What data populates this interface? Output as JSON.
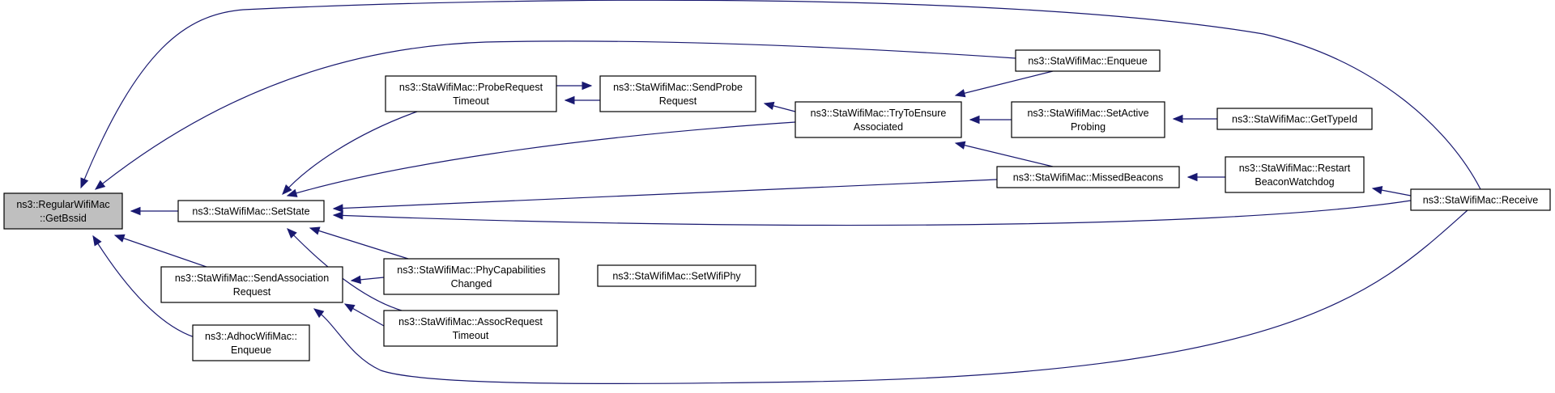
{
  "diagram": {
    "nodes": [
      {
        "id": "getbssid",
        "lines": [
          "ns3::RegularWifiMac",
          "::GetBssid"
        ],
        "root": true
      },
      {
        "id": "setstate",
        "lines": [
          "ns3::StaWifiMac::SetState"
        ]
      },
      {
        "id": "sendassoc",
        "lines": [
          "ns3::StaWifiMac::SendAssociation",
          "Request"
        ]
      },
      {
        "id": "adhocenqueue",
        "lines": [
          "ns3::AdhocWifiMac::",
          "Enqueue"
        ]
      },
      {
        "id": "probetimeout",
        "lines": [
          "ns3::StaWifiMac::ProbeRequest",
          "Timeout"
        ]
      },
      {
        "id": "phycap",
        "lines": [
          "ns3::StaWifiMac::PhyCapabilities",
          "Changed"
        ]
      },
      {
        "id": "assoctimeout",
        "lines": [
          "ns3::StaWifiMac::AssocRequest",
          "Timeout"
        ]
      },
      {
        "id": "sendprobe",
        "lines": [
          "ns3::StaWifiMac::SendProbe",
          "Request"
        ]
      },
      {
        "id": "setwifiphy",
        "lines": [
          "ns3::StaWifiMac::SetWifiPhy"
        ]
      },
      {
        "id": "trytoensure",
        "lines": [
          "ns3::StaWifiMac::TryToEnsure",
          "Associated"
        ]
      },
      {
        "id": "enqueue",
        "lines": [
          "ns3::StaWifiMac::Enqueue"
        ]
      },
      {
        "id": "setactive",
        "lines": [
          "ns3::StaWifiMac::SetActive",
          "Probing"
        ]
      },
      {
        "id": "missed",
        "lines": [
          "ns3::StaWifiMac::MissedBeacons"
        ]
      },
      {
        "id": "gettypeid",
        "lines": [
          "ns3::StaWifiMac::GetTypeId"
        ]
      },
      {
        "id": "restart",
        "lines": [
          "ns3::StaWifiMac::Restart",
          "BeaconWatchdog"
        ]
      },
      {
        "id": "receive",
        "lines": [
          "ns3::StaWifiMac::Receive"
        ]
      }
    ],
    "edges": [
      {
        "from": "setstate",
        "to": "getbssid"
      },
      {
        "from": "sendassoc",
        "to": "getbssid"
      },
      {
        "from": "adhocenqueue",
        "to": "getbssid"
      },
      {
        "from": "enqueue",
        "to": "getbssid"
      },
      {
        "from": "receive",
        "to": "getbssid"
      },
      {
        "from": "probetimeout",
        "to": "setstate"
      },
      {
        "from": "trytoensure",
        "to": "setstate"
      },
      {
        "from": "missed",
        "to": "setstate"
      },
      {
        "from": "receive",
        "to": "setstate"
      },
      {
        "from": "phycap",
        "to": "setstate"
      },
      {
        "from": "assoctimeout",
        "to": "setstate"
      },
      {
        "from": "phycap",
        "to": "sendassoc"
      },
      {
        "from": "assoctimeout",
        "to": "sendassoc"
      },
      {
        "from": "receive",
        "to": "sendassoc"
      },
      {
        "from": "probetimeout",
        "to": "sendprobe"
      },
      {
        "from": "sendprobe",
        "to": "probetimeout"
      },
      {
        "from": "trytoensure",
        "to": "sendprobe"
      },
      {
        "from": "enqueue",
        "to": "trytoensure"
      },
      {
        "from": "setactive",
        "to": "trytoensure"
      },
      {
        "from": "missed",
        "to": "trytoensure"
      },
      {
        "from": "gettypeid",
        "to": "setactive"
      },
      {
        "from": "restart",
        "to": "missed"
      },
      {
        "from": "receive",
        "to": "restart"
      },
      {
        "from": "setwifiphy",
        "to": "phycap"
      }
    ]
  }
}
